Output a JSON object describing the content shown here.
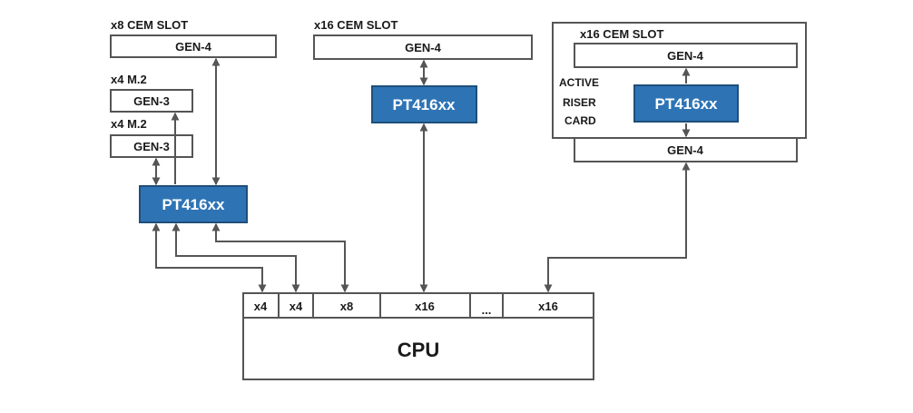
{
  "left_column": {
    "cem_slot_label": "x8 CEM SLOT",
    "cem_gen": "GEN-4",
    "m2_top_label": "x4 M.2",
    "m2_top_gen": "GEN-3",
    "m2_bottom_label": "x4 M.2",
    "m2_bottom_gen": "GEN-3",
    "switch_label": "PT416xx"
  },
  "middle_column": {
    "cem_slot_label": "x16 CEM SLOT",
    "cem_gen": "GEN-4",
    "switch_label": "PT416xx"
  },
  "right_column": {
    "cem_slot_label": "x16 CEM SLOT",
    "cem_gen": "GEN-4",
    "riser_line1": "ACTIVE",
    "riser_line2": "RISER",
    "riser_line3": "CARD",
    "switch_label": "PT416xx",
    "riser_gen": "GEN-4"
  },
  "cpu": {
    "label": "CPU",
    "lanes": [
      "x4",
      "x4",
      "x8",
      "x16",
      "...",
      "x16"
    ]
  },
  "colors": {
    "chip_fill": "#2e74b5",
    "line": "#555555"
  }
}
